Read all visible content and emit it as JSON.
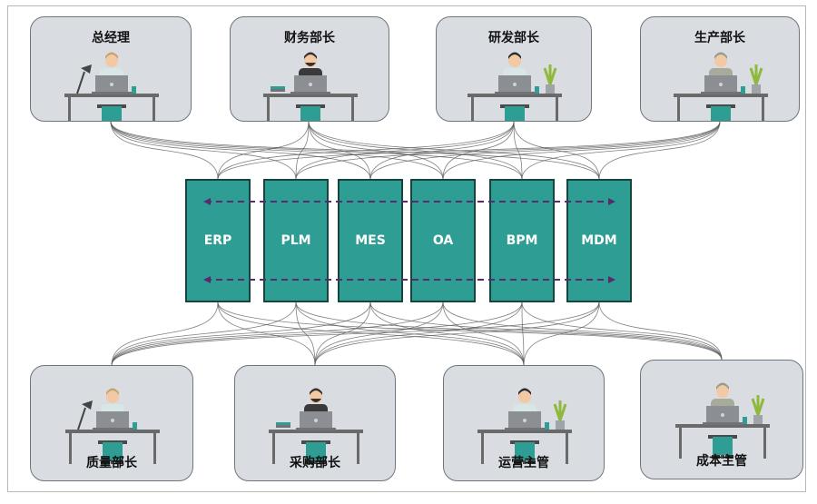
{
  "roles_top": [
    {
      "id": "gm",
      "label": "总经理",
      "figure": "man-light",
      "lamp": true,
      "plant": false
    },
    {
      "id": "finance",
      "label": "财务部长",
      "figure": "man-beard",
      "lamp": false,
      "plant": false
    },
    {
      "id": "rnd",
      "label": "研发部长",
      "figure": "woman",
      "lamp": false,
      "plant": true
    },
    {
      "id": "production",
      "label": "生产部长",
      "figure": "man-gray",
      "lamp": false,
      "plant": true
    }
  ],
  "roles_bottom": [
    {
      "id": "quality",
      "label": "质量部长",
      "figure": "man-light",
      "lamp": true,
      "plant": false
    },
    {
      "id": "procurement",
      "label": "采购部长",
      "figure": "man-beard",
      "lamp": false,
      "plant": false
    },
    {
      "id": "operations",
      "label": "运营主管",
      "figure": "woman",
      "lamp": false,
      "plant": true
    },
    {
      "id": "cost",
      "label": "成本主管",
      "figure": "man-gray",
      "lamp": false,
      "plant": true
    }
  ],
  "systems": [
    {
      "id": "erp",
      "label": "ERP"
    },
    {
      "id": "plm",
      "label": "PLM"
    },
    {
      "id": "mes",
      "label": "MES"
    },
    {
      "id": "oa",
      "label": "OA"
    },
    {
      "id": "bpm",
      "label": "BPM"
    },
    {
      "id": "mdm",
      "label": "MDM"
    }
  ],
  "colors": {
    "system_fill": "#2e9e94",
    "system_border": "#16453f",
    "card_fill": "#d9dde2",
    "card_border": "#6e757c",
    "bus_arrow": "#5a2a6e",
    "link_line": "#555555"
  }
}
